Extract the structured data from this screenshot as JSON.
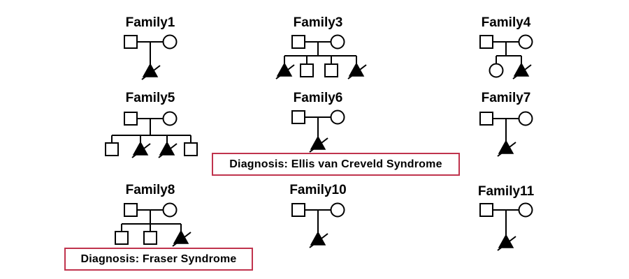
{
  "families": [
    {
      "title": "Family1",
      "children": [
        {
          "sex": "male",
          "affected": true,
          "deceased": true
        }
      ]
    },
    {
      "title": "Family3",
      "children": [
        {
          "sex": "male",
          "affected": true,
          "deceased": true
        },
        {
          "sex": "male",
          "affected": false,
          "deceased": false
        },
        {
          "sex": "male",
          "affected": false,
          "deceased": false
        },
        {
          "sex": "male",
          "affected": true,
          "deceased": true
        }
      ]
    },
    {
      "title": "Family4",
      "children": [
        {
          "sex": "female",
          "affected": false,
          "deceased": false
        },
        {
          "sex": "male",
          "affected": true,
          "deceased": true
        }
      ]
    },
    {
      "title": "Family5",
      "children": [
        {
          "sex": "male",
          "affected": false,
          "deceased": false
        },
        {
          "sex": "male",
          "affected": true,
          "deceased": true
        },
        {
          "sex": "male",
          "affected": true,
          "deceased": true
        },
        {
          "sex": "male",
          "affected": false,
          "deceased": false
        }
      ]
    },
    {
      "title": "Family6",
      "children": [
        {
          "sex": "male",
          "affected": true,
          "deceased": true
        }
      ]
    },
    {
      "title": "Family7",
      "children": [
        {
          "sex": "male",
          "affected": true,
          "deceased": true
        }
      ]
    },
    {
      "title": "Family8",
      "children": [
        {
          "sex": "male",
          "affected": false,
          "deceased": false
        },
        {
          "sex": "male",
          "affected": false,
          "deceased": false
        },
        {
          "sex": "male",
          "affected": true,
          "deceased": true
        }
      ]
    },
    {
      "title": "Family10",
      "children": [
        {
          "sex": "male",
          "affected": true,
          "deceased": true
        }
      ]
    },
    {
      "title": "Family11",
      "children": [
        {
          "sex": "male",
          "affected": true,
          "deceased": true
        }
      ]
    }
  ],
  "diagnoses": [
    {
      "label": "Diagnosis: Ellis van Creveld Syndrome"
    },
    {
      "label": "Diagnosis: Fraser Syndrome"
    }
  ],
  "colors": {
    "diagnosis_border": "#c0334d",
    "symbol": "#000000"
  }
}
